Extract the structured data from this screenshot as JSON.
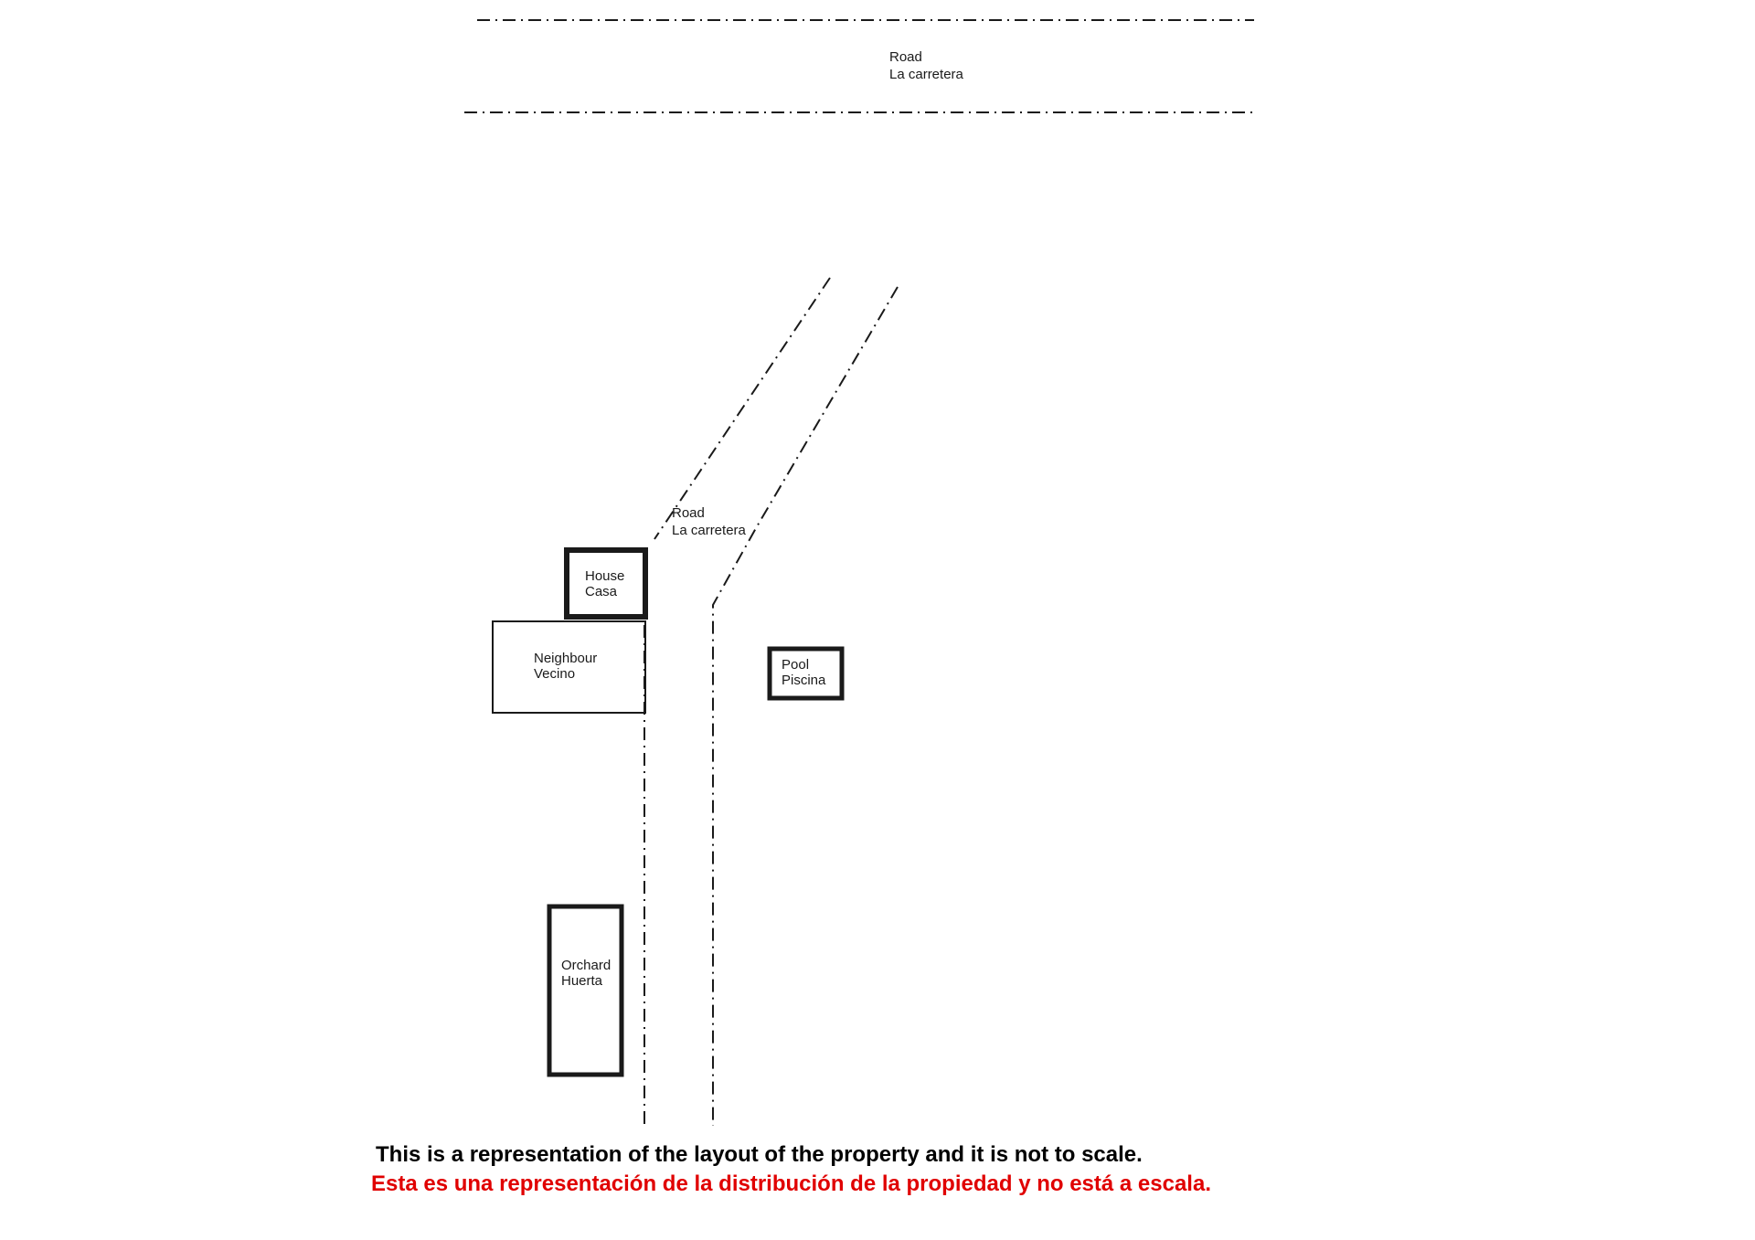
{
  "plan": {
    "main_road": {
      "line1": "Road",
      "line2": "La carretera"
    },
    "side_road": {
      "line1": "Road",
      "line2": "La carretera"
    },
    "house": {
      "line1": "House",
      "line2": "Casa"
    },
    "neighbour": {
      "line1": "Neighbour",
      "line2": "Vecino"
    },
    "pool": {
      "line1": "Pool",
      "line2": "Piscina"
    },
    "orchard": {
      "line1": "Orchard",
      "line2": "Huerta"
    }
  },
  "caption": {
    "english": "This is a representation of the layout of the property and it is not to scale.",
    "spanish": "Esta es una representación de la distribución de la propiedad y no está a escala."
  },
  "colors": {
    "english_caption": "#000000",
    "spanish_caption": "#e00000",
    "lines": "#1a1a1a"
  }
}
